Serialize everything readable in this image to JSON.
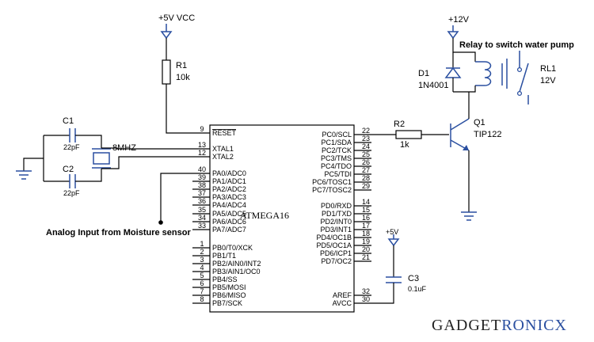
{
  "power": {
    "vcc5": "+5V VCC",
    "vcc12": "+12V",
    "vcc5_small": "+5V"
  },
  "components": {
    "r1": {
      "ref": "R1",
      "value": "10k"
    },
    "r2": {
      "ref": "R2",
      "value": "1k"
    },
    "c1": {
      "ref": "C1",
      "value": "22pF"
    },
    "c2": {
      "ref": "C2",
      "value": "22pF"
    },
    "c3": {
      "ref": "C3",
      "value": "0.1uF"
    },
    "crystal": {
      "value": "8MHZ"
    },
    "d1": {
      "ref": "D1",
      "value": "1N4001"
    },
    "q1": {
      "ref": "Q1",
      "value": "TIP122"
    },
    "rl1": {
      "ref": "RL1",
      "value": "12V"
    }
  },
  "labels": {
    "relay_note": "Relay to switch water pump",
    "analog_note": "Analog Input from Moisture sensor",
    "chip_name": "ATMEGA16",
    "brand_a": "GADGET",
    "brand_b": "RONICX"
  },
  "pins": {
    "left": [
      {
        "num": "9",
        "name": "RESET"
      },
      {
        "num": "13",
        "name": "XTAL1"
      },
      {
        "num": "12",
        "name": "XTAL2"
      },
      {
        "num": "40",
        "name": "PA0/ADC0"
      },
      {
        "num": "39",
        "name": "PA1/ADC1"
      },
      {
        "num": "38",
        "name": "PA2/ADC2"
      },
      {
        "num": "37",
        "name": "PA3/ADC3"
      },
      {
        "num": "36",
        "name": "PA4/ADC4"
      },
      {
        "num": "35",
        "name": "PA5/ADC5"
      },
      {
        "num": "34",
        "name": "PA6/ADC6"
      },
      {
        "num": "33",
        "name": "PA7/ADC7"
      },
      {
        "num": "1",
        "name": "PB0/T0/XCK"
      },
      {
        "num": "2",
        "name": "PB1/T1"
      },
      {
        "num": "3",
        "name": "PB2/AIN0/INT2"
      },
      {
        "num": "4",
        "name": "PB3/AIN1/OC0"
      },
      {
        "num": "5",
        "name": "PB4/SS"
      },
      {
        "num": "6",
        "name": "PB5/MOSI"
      },
      {
        "num": "7",
        "name": "PB6/MISO"
      },
      {
        "num": "8",
        "name": "PB7/SCK"
      }
    ],
    "right": [
      {
        "num": "22",
        "name": "PC0/SCL"
      },
      {
        "num": "23",
        "name": "PC1/SDA"
      },
      {
        "num": "24",
        "name": "PC2/TCK"
      },
      {
        "num": "25",
        "name": "PC3/TMS"
      },
      {
        "num": "26",
        "name": "PC4/TDO"
      },
      {
        "num": "27",
        "name": "PC5/TDI"
      },
      {
        "num": "28",
        "name": "PC6/TOSC1"
      },
      {
        "num": "29",
        "name": "PC7/TOSC2"
      },
      {
        "num": "14",
        "name": "PD0/RXD"
      },
      {
        "num": "15",
        "name": "PD1/TXD"
      },
      {
        "num": "16",
        "name": "PD2/INT0"
      },
      {
        "num": "17",
        "name": "PD3/INT1"
      },
      {
        "num": "18",
        "name": "PD4/OC1B"
      },
      {
        "num": "19",
        "name": "PD5/OC1A"
      },
      {
        "num": "20",
        "name": "PD6/ICP1"
      },
      {
        "num": "21",
        "name": "PD7/OC2"
      },
      {
        "num": "32",
        "name": "AREF"
      },
      {
        "num": "30",
        "name": "AVCC"
      }
    ]
  }
}
